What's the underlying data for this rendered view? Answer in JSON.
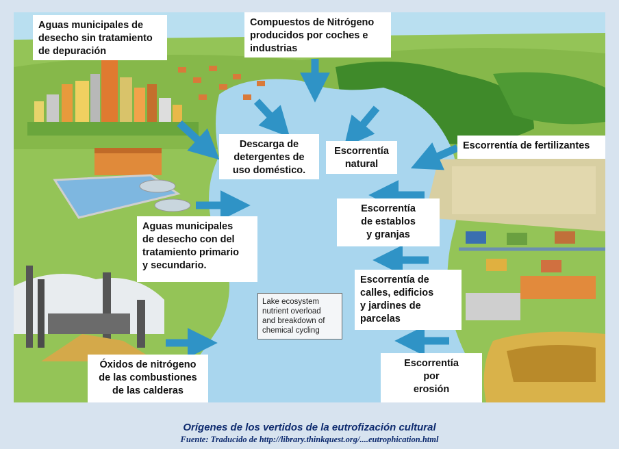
{
  "labels": {
    "untreated_sewage": "Aguas municipales de\ndesecho sin tratamiento\nde depuración",
    "nitrogen_compounds": "Compuestos de Nitrógeno\nproducidos por coches e\nindustrias",
    "detergents": "Descarga de\ndetergentes de\nuso doméstico.",
    "natural_runoff": "Escorrentía\nnatural",
    "fertilizer_runoff": "Escorrentía de fertilizantes",
    "stable_runoff": "Escorrentía\nde establos\ny granjas",
    "treated_sewage": "Aguas municipales\nde desecho con del\ntratamiento primario\ny secundario.",
    "street_runoff": "Escorrentía de\ncalles, edificios\ny jardines de\nparcelas",
    "nitrogen_oxides": "Óxidos de nitrógeno\nde las combustiones\nde las calderas",
    "erosion_runoff": "Escorrentía\npor\nerosión"
  },
  "note": "Lake ecosystem\nnutrient overload\nand breakdown of\nchemical cycling",
  "caption": {
    "title": "Orígenes de los vertidos de la eutrofización cultural",
    "source": "Fuente:  Traducido de http://library.thinkquest.org/....eutrophication.html"
  },
  "colors": {
    "arrow": "#2f93c6",
    "lake": "#a9d6ee",
    "grass": "#8cbf4a",
    "forest": "#3f8a2a",
    "caption": "#0d2a6e"
  }
}
